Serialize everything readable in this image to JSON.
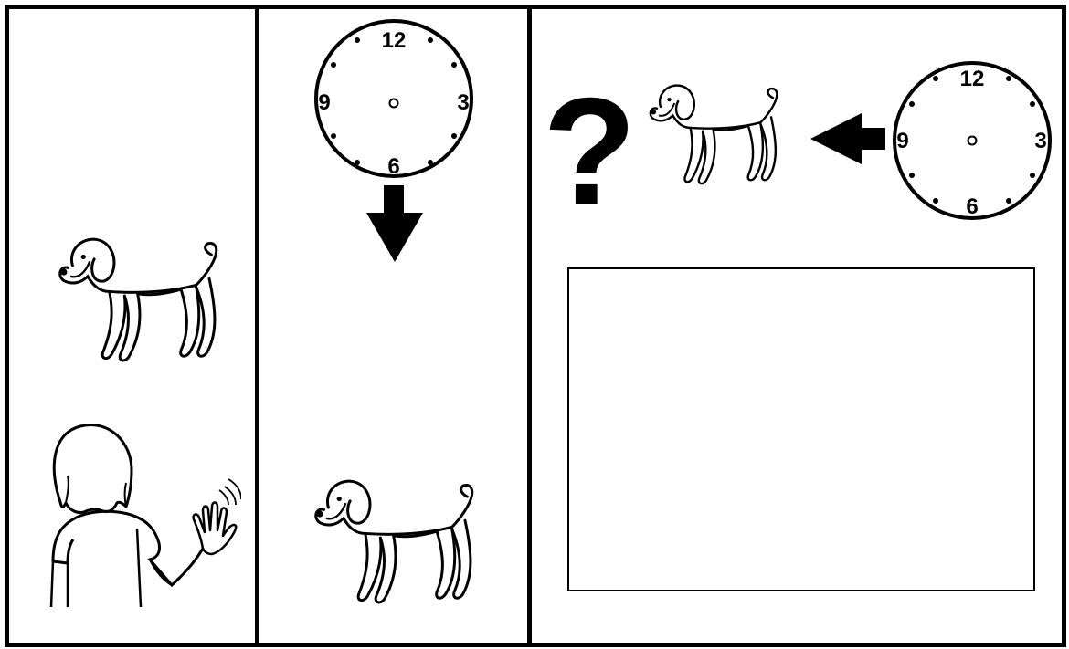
{
  "clock_numerals": {
    "n12": "12",
    "n3": "3",
    "n6": "6",
    "n9": "9"
  },
  "question_mark": "?",
  "icons": {
    "dog": "dog-icon",
    "person": "person-waving-icon",
    "clock": "clock-icon",
    "arrow_down": "arrow-down-icon",
    "arrow_left": "arrow-left-icon"
  },
  "colors": {
    "ink": "#000000",
    "paper": "#ffffff"
  }
}
